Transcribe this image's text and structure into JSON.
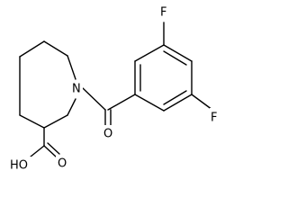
{
  "atoms": {
    "fluorine_top": "F",
    "fluorine_right": "F",
    "nitrogen": "N",
    "carbonyl_oxygen": "O",
    "hydroxyl": "HO",
    "acid_oxygen": "O"
  },
  "colors": {
    "bond": "#000000",
    "background": "#ffffff"
  }
}
